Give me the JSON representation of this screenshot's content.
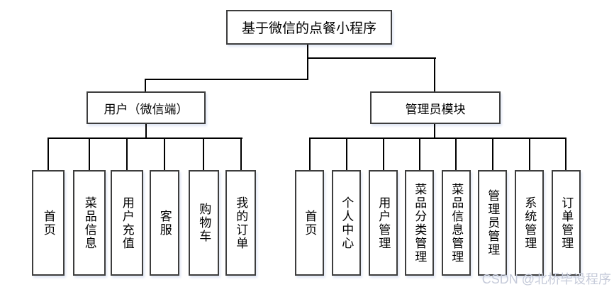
{
  "diagram": {
    "root": {
      "label": "基于微信的点餐小程序"
    },
    "branches": [
      {
        "label": "用户（微信端）",
        "children": [
          "首页",
          "菜品信息",
          "用户充值",
          "客服",
          "购物车",
          "我的订单"
        ]
      },
      {
        "label": "管理员模块",
        "children": [
          "首页",
          "个人中心",
          "用户管理",
          "菜品分类管理",
          "菜品信息管理",
          "管理员管理",
          "系统管理",
          "订单管理"
        ]
      }
    ]
  },
  "watermark": "CSDN @北桥毕设程序",
  "colors": {
    "line": "#000000",
    "box_border": "#3d3d3d",
    "box_fill": "#ffffff",
    "watermark": "#c5cad9",
    "background": "#ffffff"
  }
}
